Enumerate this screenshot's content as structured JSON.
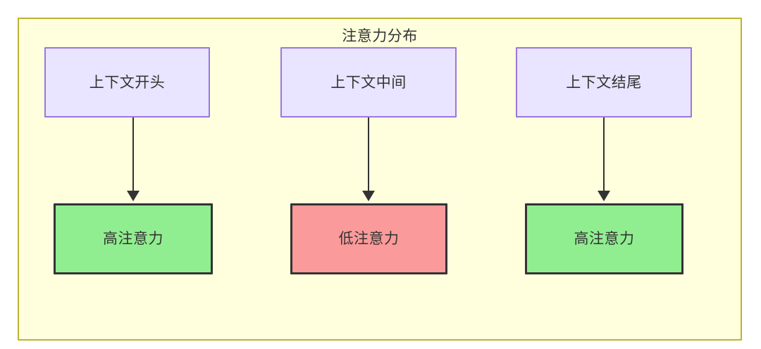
{
  "diagram": {
    "title": "注意力分布",
    "container": {
      "fill": "#ffffde",
      "stroke": "#bdb330"
    },
    "nodes": {
      "context_start": {
        "label": "上下文开头",
        "fill": "#e9e4ff",
        "stroke": "#9a77e0"
      },
      "context_middle": {
        "label": "上下文中间",
        "fill": "#e9e4ff",
        "stroke": "#9a77e0"
      },
      "context_end": {
        "label": "上下文结尾",
        "fill": "#e9e4ff",
        "stroke": "#9a77e0"
      },
      "attention_start": {
        "label": "高注意力",
        "fill": "#90ee90",
        "stroke": "#333333"
      },
      "attention_middle": {
        "label": "低注意力",
        "fill": "#fa9a9a",
        "stroke": "#333333"
      },
      "attention_end": {
        "label": "高注意力",
        "fill": "#90ee90",
        "stroke": "#333333"
      }
    },
    "edges": [
      {
        "from": "上下文开头",
        "to": "高注意力",
        "label": ""
      },
      {
        "from": "上下文中间",
        "to": "低注意力",
        "label": ""
      },
      {
        "from": "上下文结尾",
        "to": "高注意力",
        "label": ""
      }
    ],
    "text_color": "#333333"
  }
}
